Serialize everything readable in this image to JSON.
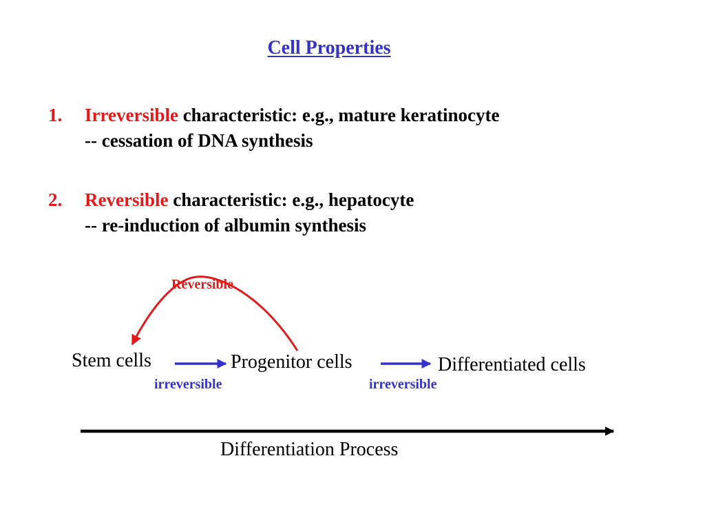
{
  "colors": {
    "title": "#3333cc",
    "accent_red": "#e41a1a",
    "arrow_blue": "#3333cc",
    "text": "#000000"
  },
  "title": "Cell Properties",
  "items": [
    {
      "number": "1.",
      "keyword": "Irreversible",
      "rest": " characteristic: e.g., mature keratinocyte",
      "detail": "-- cessation of DNA synthesis"
    },
    {
      "number": "2.",
      "keyword": "Reversible",
      "rest": " characteristic: e.g., hepatocyte",
      "detail": "-- re-induction of albumin synthesis"
    }
  ],
  "diagram": {
    "nodes": [
      "Stem cells",
      "Progenitor cells",
      "Differentiated cells"
    ],
    "forward_label": "irreversible",
    "reverse_label": "Reversible",
    "process_label": "Differentiation Process"
  }
}
